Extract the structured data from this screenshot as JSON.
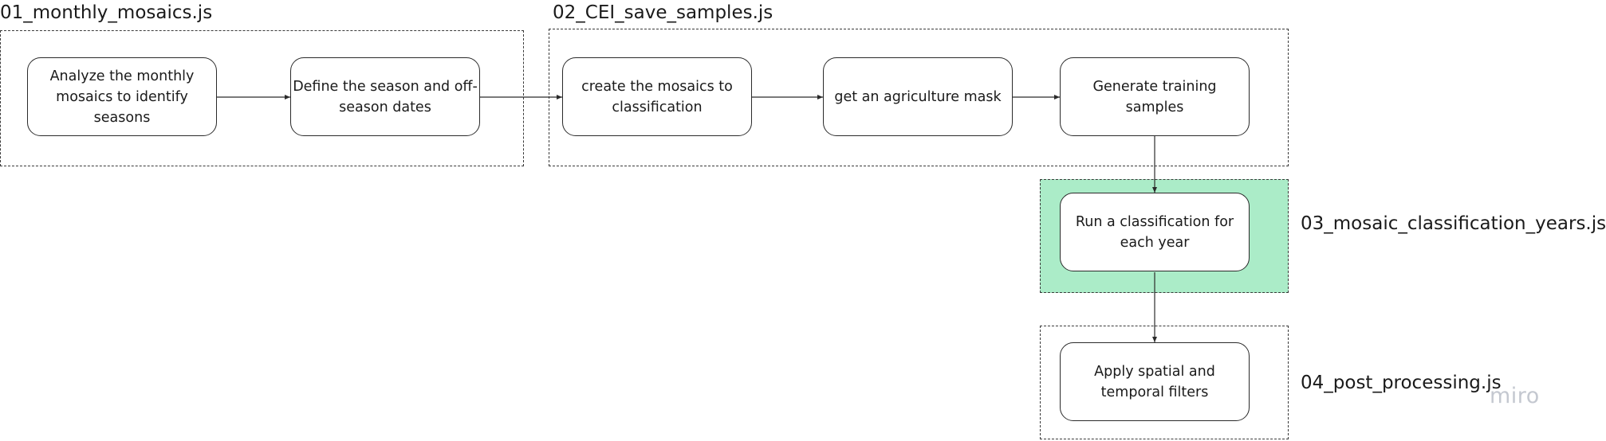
{
  "groups": {
    "g1": {
      "label": "01_monthly_mosaics.js"
    },
    "g2": {
      "label": "02_CEI_save_samples.js"
    },
    "g3": {
      "label": "03_mosaic_classification_years.js"
    },
    "g4": {
      "label": "04_post_processing.js"
    }
  },
  "nodes": {
    "n1": "Analyze the monthly mosaics to identify seasons",
    "n2": "Define the season and off-season dates",
    "n3": "create the mosaics to classification",
    "n4": "get an agriculture mask",
    "n5": "Generate training samples",
    "n6": "Run a classification for each year",
    "n7": "Apply spatial and temporal filters"
  },
  "colors": {
    "highlight_group": "#abecc8",
    "stroke": "#2a2a2a",
    "watermark": "#c4c8d0"
  },
  "watermark": "miro"
}
